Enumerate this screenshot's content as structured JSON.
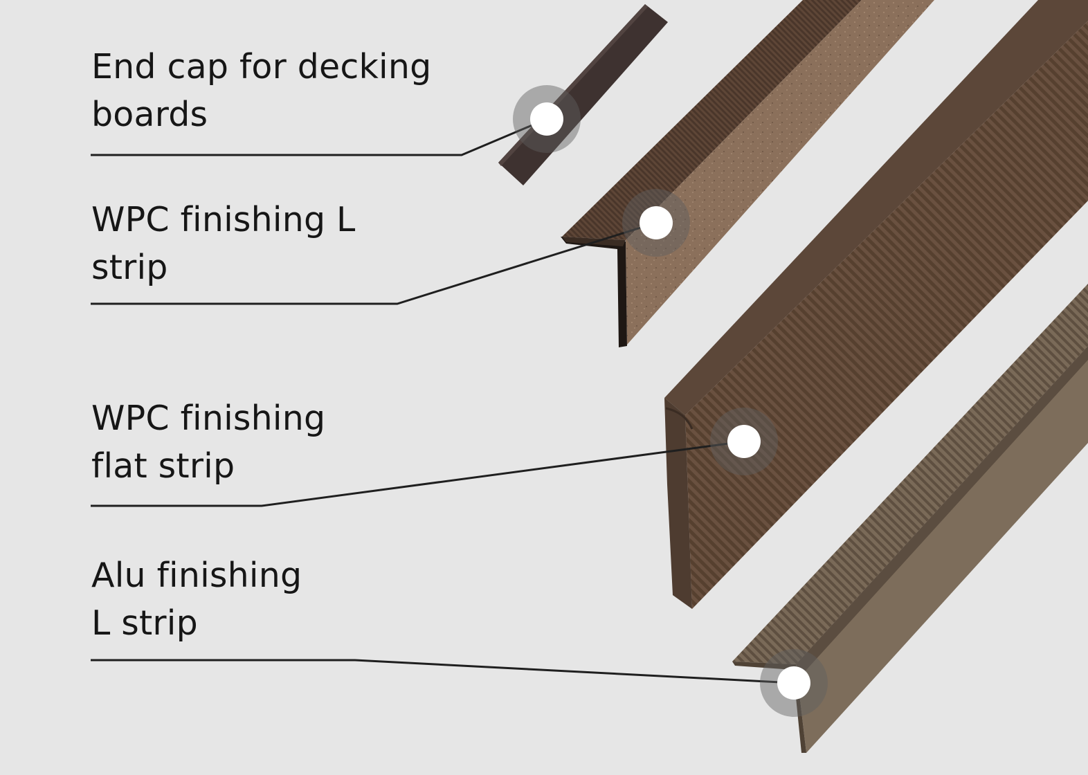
{
  "colors": {
    "background": "#e6e6e6",
    "leader_line": "#1f1f1f",
    "text": "#161616",
    "marker": "#ffffff",
    "end_cap": "#3e3230",
    "wpc_brown": "#735a48",
    "alu_brown": "#6e5e4e"
  },
  "callouts": [
    {
      "line1": "End cap for decking",
      "line2": "boards"
    },
    {
      "line1": "WPC finishing L",
      "line2": "strip"
    },
    {
      "line1": "WPC finishing",
      "line2": "flat strip"
    },
    {
      "line1": "Alu finishing",
      "line2": "L strip"
    }
  ]
}
